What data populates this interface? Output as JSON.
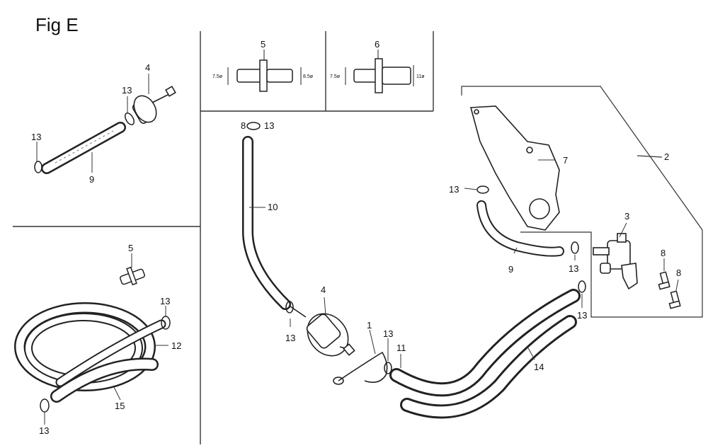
{
  "figure": {
    "title": "Fig E"
  },
  "callouts": {
    "p1": "1",
    "p2": "2",
    "p3": "3",
    "p4": "4",
    "p5": "5",
    "p6": "6",
    "p7": "7",
    "p8": "8",
    "p9": "9",
    "p10": "10",
    "p11": "11",
    "p12": "12",
    "p13": "13",
    "p14": "14",
    "p15": "15"
  },
  "dimensions": {
    "d5_left": "7.5ø",
    "d5_right": "8.5ø",
    "d6_left": "7.5ø",
    "d6_right": "11ø"
  }
}
